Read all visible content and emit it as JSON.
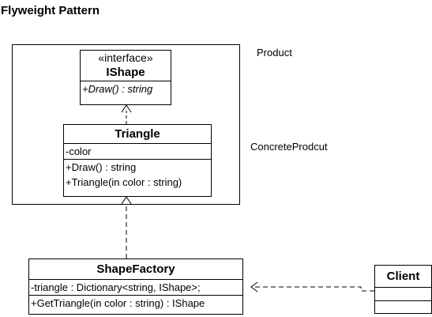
{
  "title": "Flyweight Pattern",
  "labels": {
    "product": "Product",
    "concrete": "ConcreteProdcut"
  },
  "ishape": {
    "stereotype": "«interface»",
    "name": "IShape",
    "operations": [
      "+Draw() : string"
    ]
  },
  "triangle": {
    "name": "Triangle",
    "attributes": [
      "-color"
    ],
    "operations": [
      "+Draw() : string",
      "+Triangle(in color : string)"
    ]
  },
  "shapefactory": {
    "name": "ShapeFactory",
    "attributes": [
      "-triangle : Dictionary<string, IShape>;"
    ],
    "operations": [
      "+GetTriangle(in color : string) : IShape"
    ]
  },
  "client": {
    "name": "Client"
  }
}
